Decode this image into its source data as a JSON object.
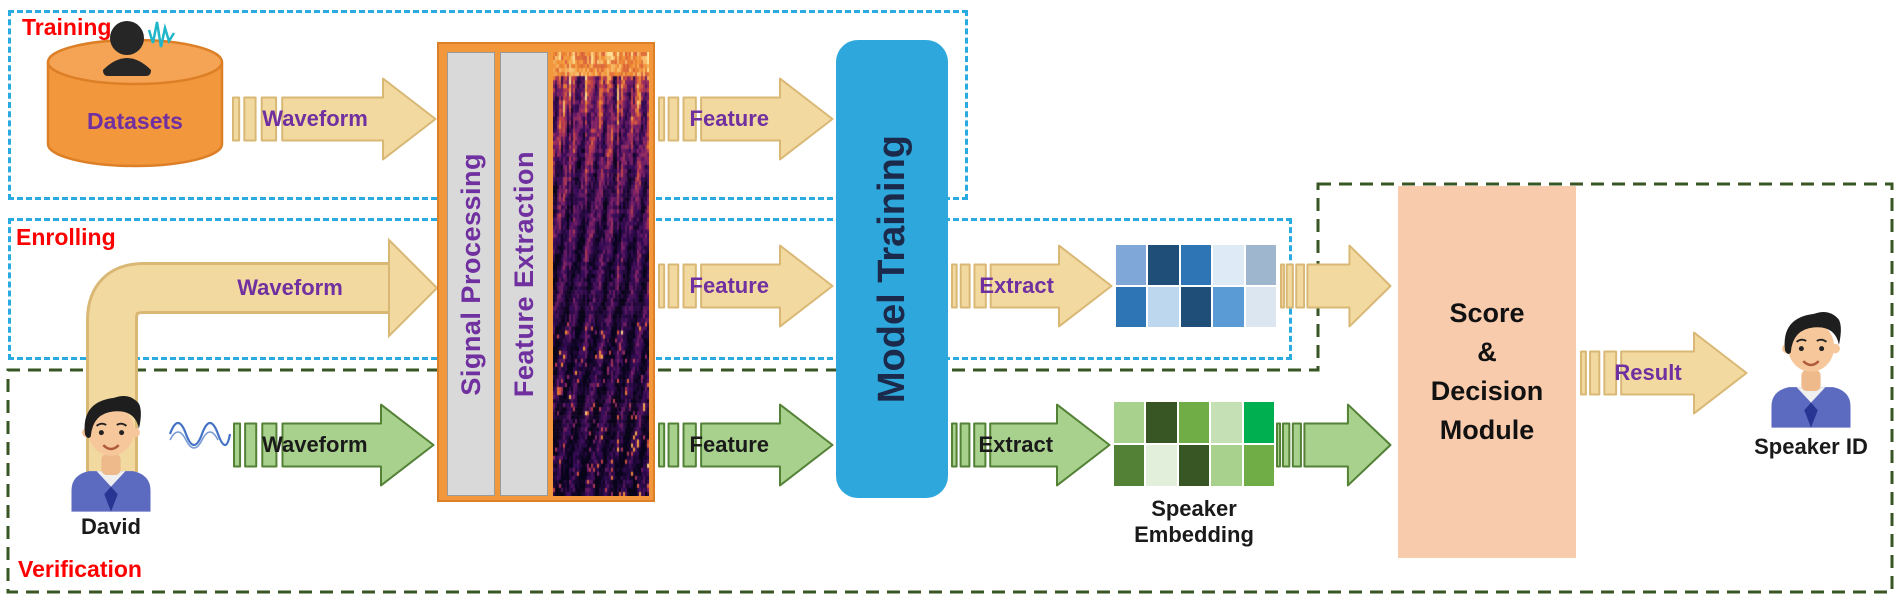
{
  "regions": {
    "training": {
      "label": "Training"
    },
    "enrolling": {
      "label": "Enrolling"
    },
    "verification": {
      "label": "Verification"
    }
  },
  "nodes": {
    "datasets": {
      "label": "Datasets"
    },
    "signal_processing": {
      "label": "Signal Processing"
    },
    "feature_extraction": {
      "label": "Feature Extraction"
    },
    "model_training": {
      "label": "Model Training"
    },
    "score_decision": {
      "line1": "Score",
      "line2": "&",
      "line3": "Decision",
      "line4": "Module"
    },
    "speaker_embedding": {
      "line1": "Speaker",
      "line2": "Embedding"
    },
    "david": {
      "label": "David"
    },
    "speaker_id": {
      "label": "Speaker ID"
    }
  },
  "arrows": {
    "training_waveform": {
      "label": "Waveform"
    },
    "training_feature": {
      "label": "Feature"
    },
    "enrolling_waveform": {
      "label": "Waveform"
    },
    "enrolling_feature": {
      "label": "Feature"
    },
    "enrolling_extract": {
      "label": "Extract"
    },
    "verification_waveform": {
      "label": "Waveform"
    },
    "verification_feature": {
      "label": "Feature"
    },
    "verification_extract": {
      "label": "Extract"
    },
    "result": {
      "label": "Result"
    }
  },
  "colors": {
    "region_training_border": "#29ABE2",
    "region_verification_border": "#375623",
    "region_label": "#FF0000",
    "arrow_tan_fill": "#F2D9A0",
    "arrow_tan_stroke": "#D9B876",
    "arrow_green_fill": "#A9D18E",
    "arrow_green_stroke": "#538135",
    "label_purple": "#7030A0",
    "label_black": "#1A1A1A",
    "datasets_fill": "#F2973B",
    "datasets_stroke": "#DD7F26",
    "model_fill": "#2EA8DC",
    "model_text": "#1B2A4A",
    "score_fill": "#F8CBAD",
    "panel_fill": "#D9D9D9",
    "wave_icon": "#1FB6C9",
    "sine_wave": "#4472C4"
  },
  "embeddings": {
    "enroll": [
      [
        "#7FA7D8",
        "#1F4E79",
        "#2E75B6",
        "#DEEBF7",
        "#9EB6CE"
      ],
      [
        "#2E75B6",
        "#BDD7EE",
        "#1F4E79",
        "#5B9BD5",
        "#DCE6F1"
      ]
    ],
    "verify": [
      [
        "#A9D18E",
        "#375623",
        "#70AD47",
        "#C5E0B4",
        "#00B050"
      ],
      [
        "#538135",
        "#E2EFDA",
        "#375623",
        "#A9D18E",
        "#70AD47"
      ]
    ]
  }
}
